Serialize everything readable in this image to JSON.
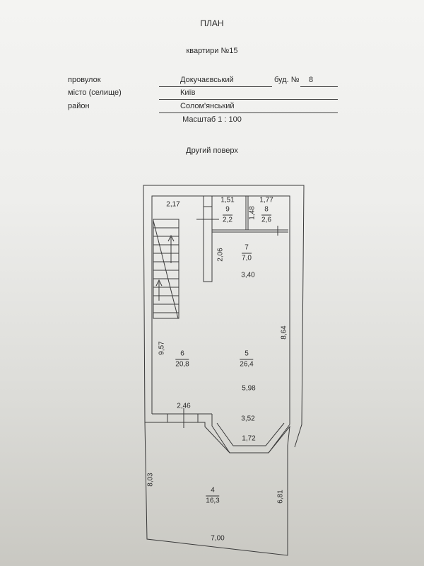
{
  "header": {
    "title": "ПЛАН",
    "subtitle": "квартири №15",
    "fields": {
      "street_label": "провулок",
      "street_value": "Докучаєвський",
      "building_label": "буд. №",
      "building_value": "8",
      "city_label": "місто (селище)",
      "city_value": "Київ",
      "district_label": "район",
      "district_value": "Солом'янський"
    },
    "scale": "Масштаб 1 : 100",
    "floor": "Другий поверх"
  },
  "plan": {
    "rooms": [
      {
        "number": "9",
        "area": "2,2"
      },
      {
        "number": "8",
        "area": "2,6"
      },
      {
        "number": "7",
        "area": "7,0"
      },
      {
        "number": "6",
        "area": "20,8"
      },
      {
        "number": "5",
        "area": "26,4"
      },
      {
        "number": "4",
        "area": "16,3"
      }
    ],
    "dimensions": {
      "d217": "2,17",
      "d151": "1,51",
      "d177": "1,77",
      "d148": "1,48",
      "d206": "2,06",
      "d340": "3,40",
      "d864": "8,64",
      "d957": "9,57",
      "d598": "5,98",
      "d246": "2,46",
      "d352": "3,52",
      "d172": "1,72",
      "d803": "8,03",
      "d681": "6,81",
      "d700": "7,00"
    }
  }
}
